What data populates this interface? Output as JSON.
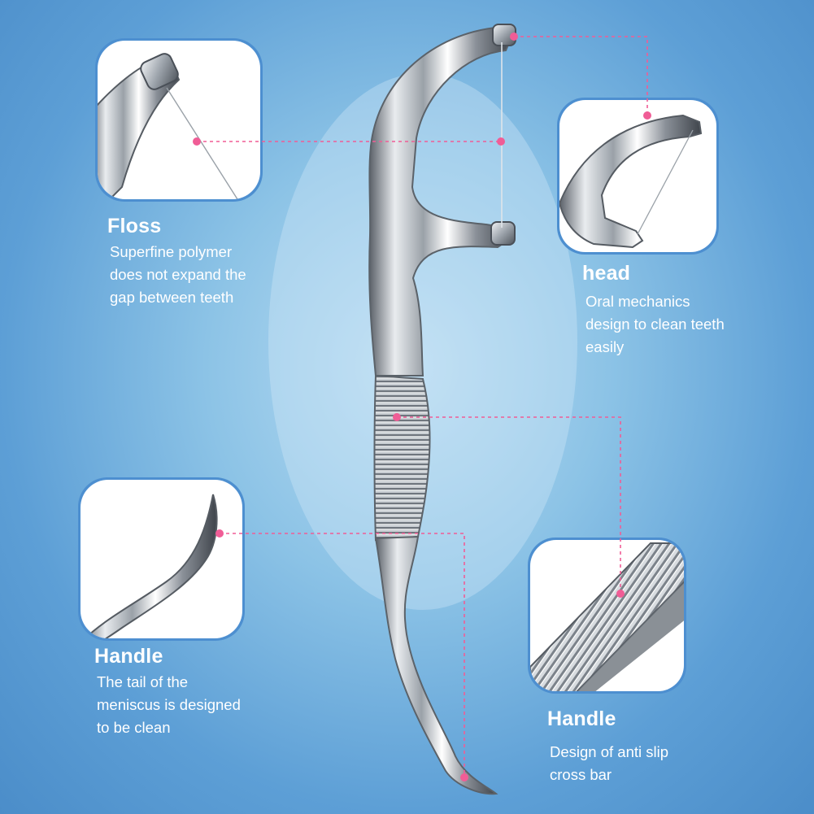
{
  "callouts": [
    {
      "id": "floss",
      "title": "Floss",
      "lines": [
        "Superfine polymer",
        "does not expand the",
        "gap between teeth"
      ]
    },
    {
      "id": "head",
      "title": "head",
      "lines": [
        "Oral mechanics",
        "design to clean teeth",
        "easily"
      ]
    },
    {
      "id": "tail-handle",
      "title": "Handle",
      "lines": [
        "The tail of the",
        "meniscus is designed",
        "to be clean"
      ]
    },
    {
      "id": "grip-handle",
      "title": "Handle",
      "lines": [
        "Design of anti slip",
        "cross bar"
      ]
    }
  ],
  "colors": {
    "background": "#5d9fd6",
    "background_center": "#b9dcf2",
    "leader_line": "#f05d96",
    "panel_border": "#4d8fd0",
    "panel_fill": "#ffffff",
    "text": "#ffffff"
  }
}
